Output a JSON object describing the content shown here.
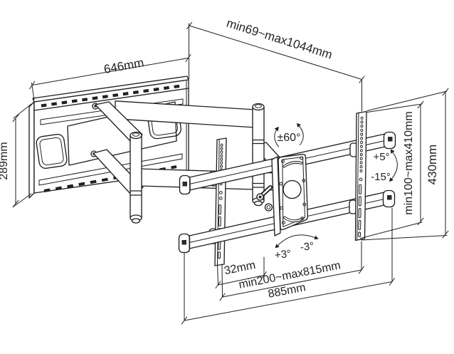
{
  "dims": {
    "plate_width": "646mm",
    "arm_extension": "min69~max1044mm",
    "plate_height": "289mm",
    "swivel": "±60°",
    "tilt_up": "+5°",
    "tilt_down": "-15°",
    "vertical_adjust": "min100~max410mm",
    "rail_length": "430mm",
    "hole_spacing": "32mm",
    "crossbar_adjust": "min200~max815mm",
    "crossbar_length": "885mm",
    "level_cw": "+3°",
    "level_ccw": "-3°"
  },
  "colors": {
    "line": "#231f20",
    "background": "#ffffff"
  }
}
